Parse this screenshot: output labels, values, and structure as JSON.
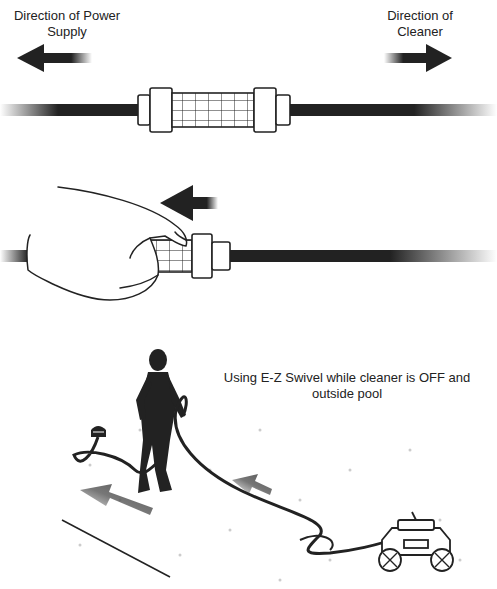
{
  "diagram": {
    "labels": [
      "Direction of Power Supply",
      "Direction of Cleaner",
      "Using E-Z Swivel while cleaner is OFF and outside pool"
    ]
  }
}
